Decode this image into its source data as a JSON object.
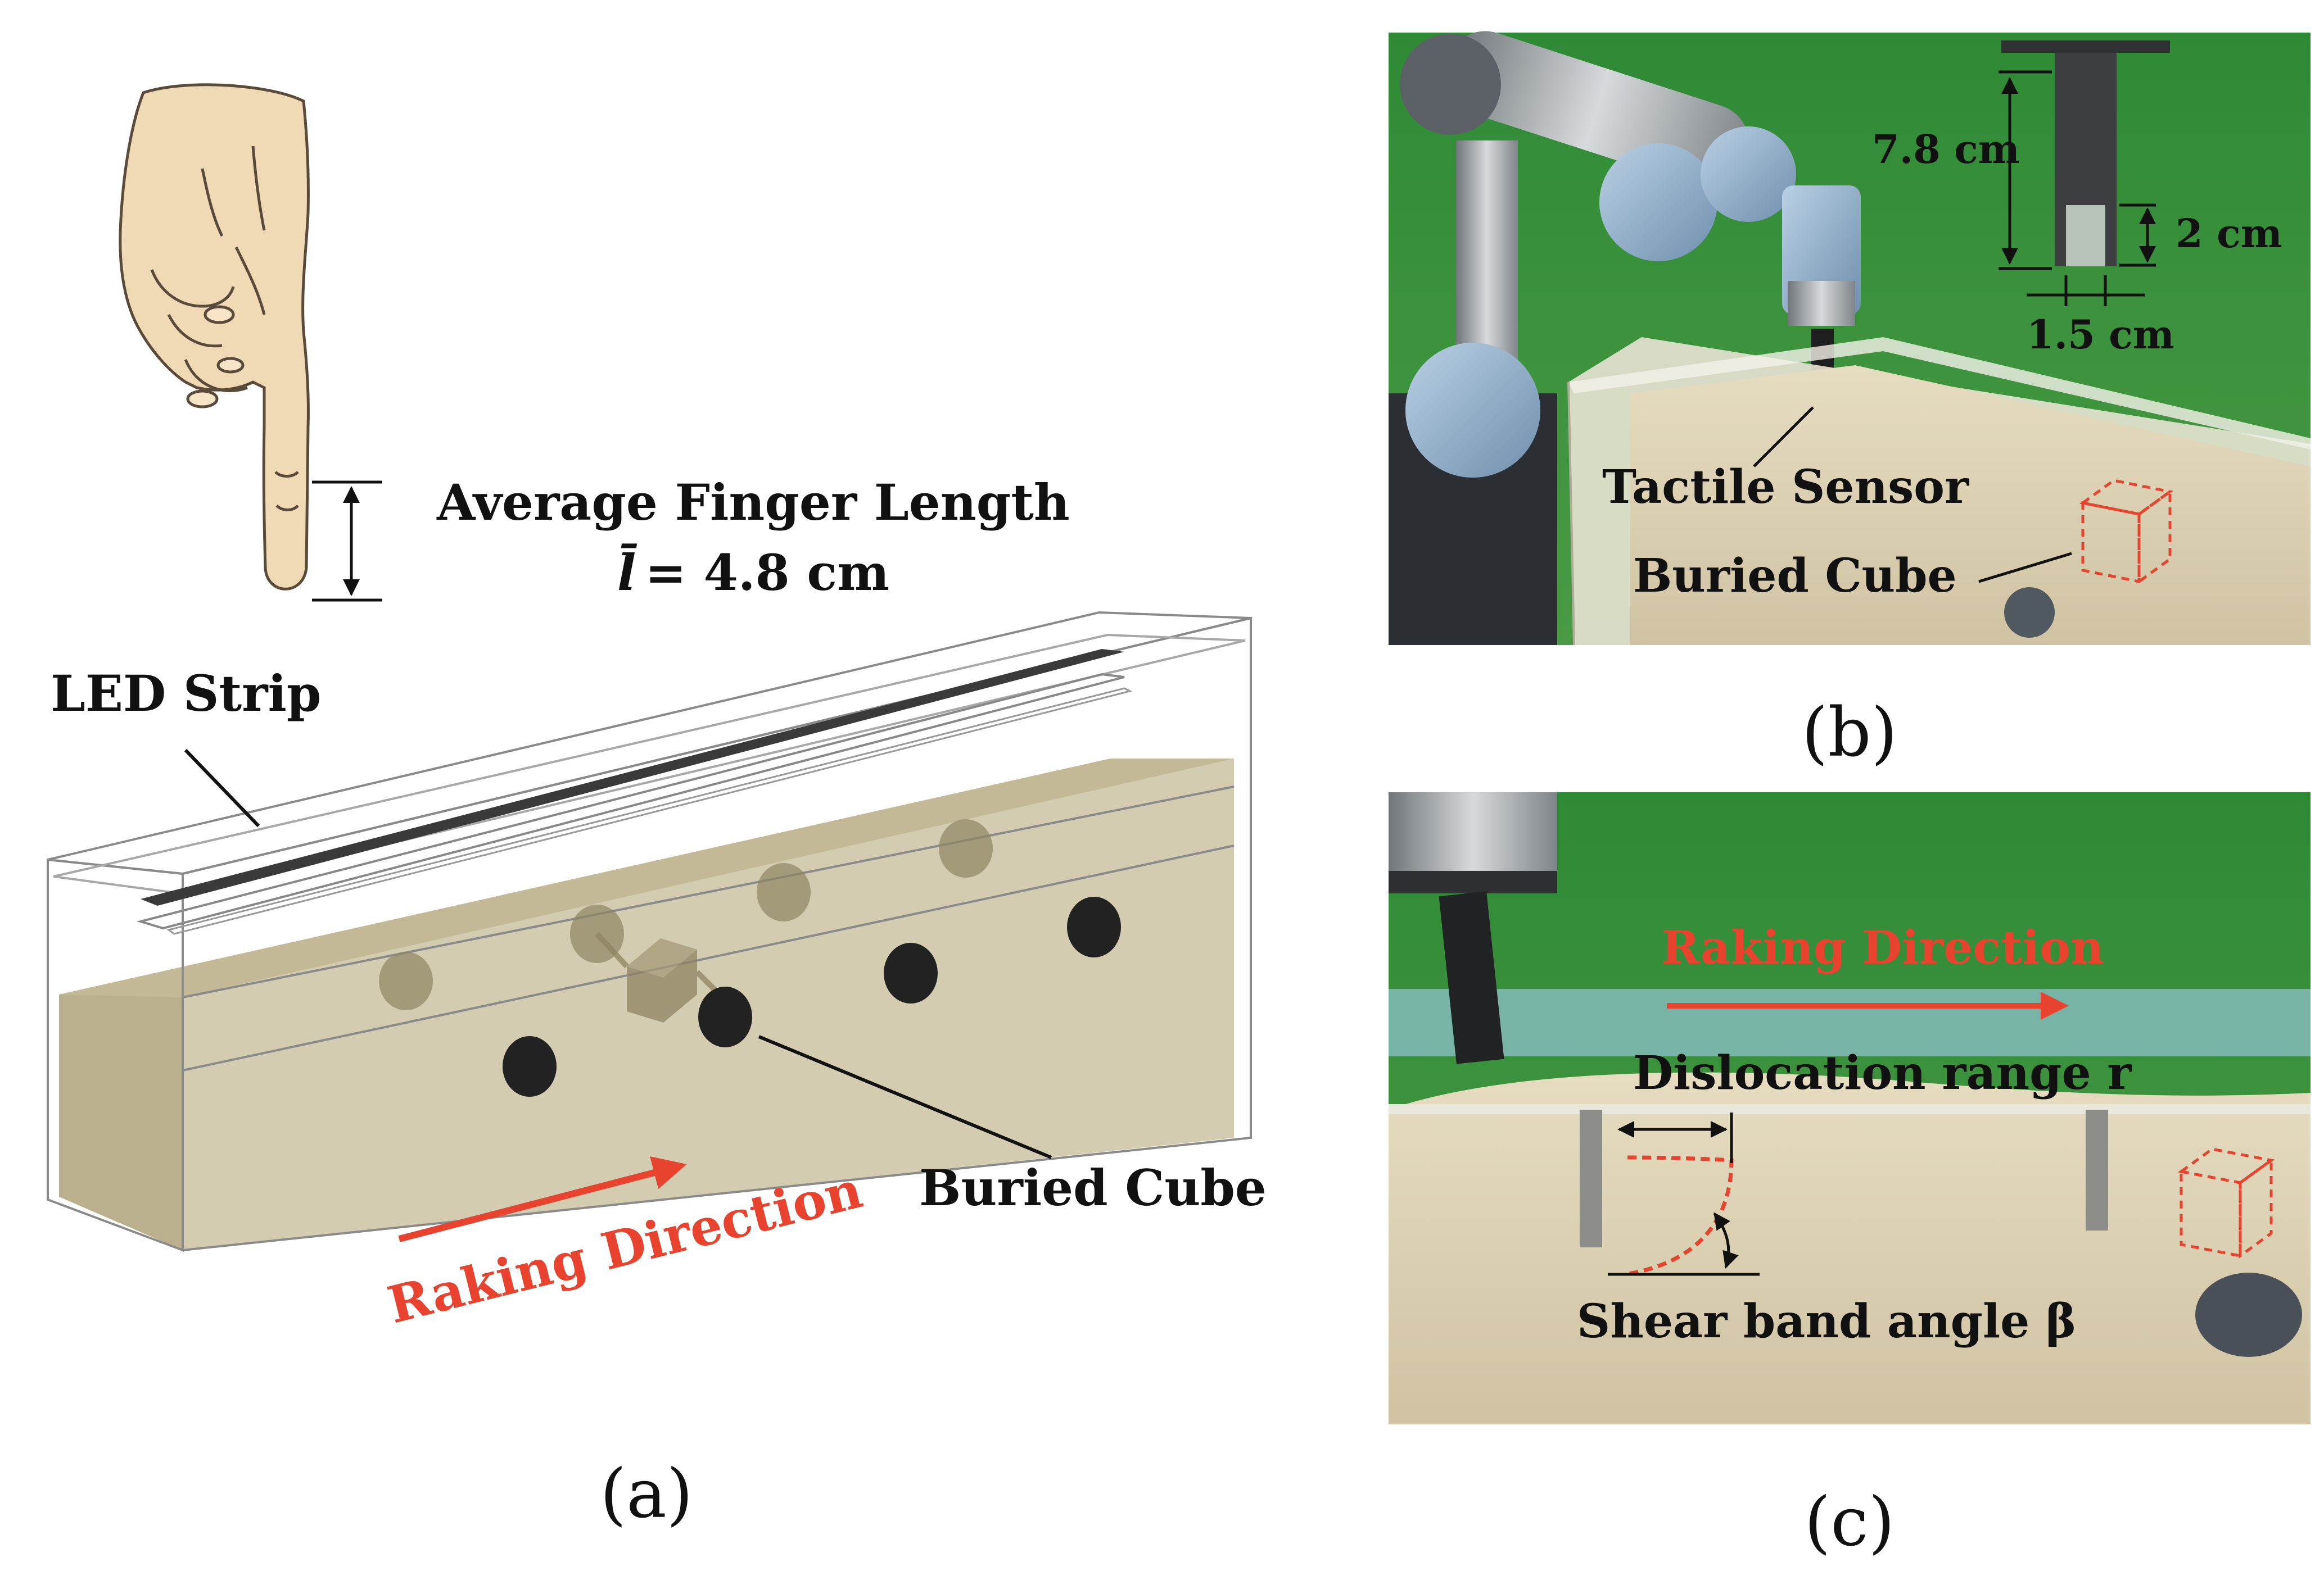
{
  "panel_a": {
    "finger_length_title": "Average Finger Length",
    "finger_length_symbol": "l̄",
    "finger_length_value": "= 4.8 cm",
    "led_strip": "LED Strip",
    "buried_cube": "Buried Cube",
    "raking_direction": "Raking Direction",
    "caption": "(a)"
  },
  "panel_b": {
    "sensor_height": "7.8 cm",
    "sensor_pad_height": "2 cm",
    "sensor_width": "1.5 cm",
    "tactile_sensor": "Tactile Sensor",
    "buried_cube": "Buried Cube",
    "caption": "(b)"
  },
  "panel_c": {
    "raking_direction": "Raking Direction",
    "dislocation_range": "Dislocation range r",
    "shear_band_angle": "Shear band angle β",
    "caption": "(c)"
  },
  "colors": {
    "accent_red": "#e8432e",
    "sand": "#d8cfb4",
    "green_screen": "#3f8f3a"
  }
}
